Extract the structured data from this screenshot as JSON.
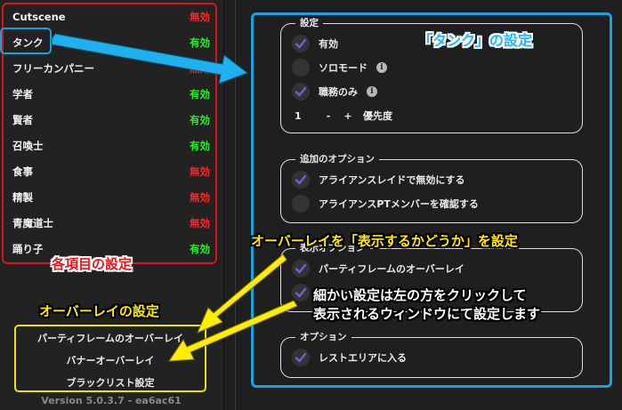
{
  "profiles": [
    {
      "label": "Cutscene",
      "status": "無効",
      "on": false
    },
    {
      "label": "タンク",
      "status": "有効",
      "on": true
    },
    {
      "label": "フリーカンパニー",
      "status": "無効",
      "on": false
    },
    {
      "label": "学者",
      "status": "有効",
      "on": true
    },
    {
      "label": "賢者",
      "status": "有効",
      "on": true
    },
    {
      "label": "召喚士",
      "status": "有効",
      "on": true
    },
    {
      "label": "食事",
      "status": "無効",
      "on": false
    },
    {
      "label": "精製",
      "status": "無効",
      "on": false
    },
    {
      "label": "青魔道士",
      "status": "無効",
      "on": false
    },
    {
      "label": "踊り子",
      "status": "有効",
      "on": true
    }
  ],
  "overlay_buttons": [
    "パーティフレームのオーバーレイ",
    "バナーオーバーレイ",
    "ブラックリスト設定"
  ],
  "version": "Version 5.0.3.7 - ea6ac61",
  "settings": {
    "title": "設定",
    "enabled": "有効",
    "solo": "ソロモード",
    "job_only": "職務のみ",
    "priority_value": "1",
    "minus": "-",
    "plus": "+",
    "priority_label": "優先度"
  },
  "extra": {
    "title": "追加のオプション",
    "opt1": "アライアンスレイドで無効にする",
    "opt2": "アライアンスPTメンバーを確認する"
  },
  "display": {
    "title": "表示オプション",
    "opt1": "パーティフレームのオーバーレイ",
    "opt2": "バナーオーバーレイ"
  },
  "options": {
    "title": "オプション",
    "opt1": "レストエリアに入る"
  },
  "annotations": {
    "tank_settings": "「タンク」の設定",
    "item_settings": "各項目の設定",
    "overlay_settings": "オーバーレイの設定",
    "overlay_toggle": "オーバーレイを「表示するかどうか」を設定",
    "detail_line1": "細かい設定は左の方をクリックして",
    "detail_line2": "表示されるウィンドウにて設定します"
  },
  "colors": {
    "enabled": "#2ee72e",
    "disabled": "#ff2424",
    "check": "#7b5cd6",
    "cyan_annotation": "#1da0dd",
    "red_annotation": "#d8141c",
    "yellow_annotation": "#ece10b"
  }
}
